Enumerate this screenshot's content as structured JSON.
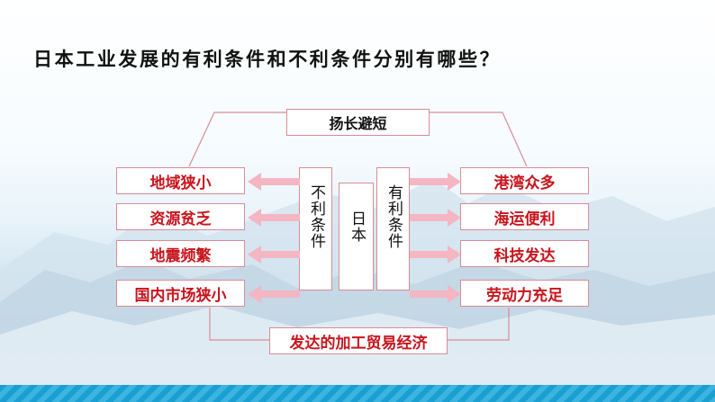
{
  "title": "日本工业发展的有利条件和不利条件分别有哪些？",
  "diagram": {
    "top_label": "扬长避短",
    "center_label": "日本",
    "unfavorable_header": "不利条件",
    "favorable_header": "有利条件",
    "unfavorable": [
      "地域狭小",
      "资源贫乏",
      "地震频繁",
      "国内市场狭小"
    ],
    "favorable": [
      "港湾众多",
      "海运便利",
      "科技发达",
      "劳动力充足"
    ],
    "bottom_label": "发达的加工贸易经济"
  },
  "colors": {
    "box_text": "#c8141c",
    "border": "#d98b95",
    "arrow": "#f4b6c2",
    "accent_bar": "#1a9fd1"
  }
}
